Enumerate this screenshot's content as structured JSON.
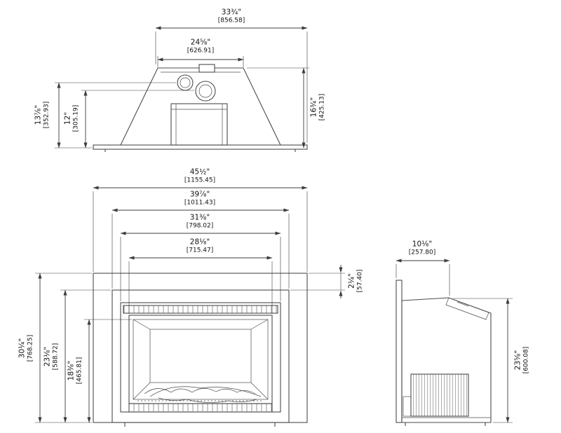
{
  "colors": {
    "bg": "#ffffff",
    "line": "#4b4b4b",
    "dim": "#3c3c3c",
    "text": "#111111"
  },
  "dimensions": {
    "top_overall_width": {
      "inch": "33¾\"",
      "mm": "[856.58]"
    },
    "top_inner_width": {
      "inch": "24⅝\"",
      "mm": "[626.91]"
    },
    "top_depth_outer": {
      "inch": "13⅞\"",
      "mm": "[352.93]"
    },
    "top_depth_inner": {
      "inch": "12\"",
      "mm": "[305.19]"
    },
    "top_height": {
      "inch": "16¾\"",
      "mm": "[425.13]"
    },
    "front_overall_width": {
      "inch": "45½\"",
      "mm": "[1155.45]"
    },
    "front_trim_width": {
      "inch": "39⅞\"",
      "mm": "[1011.43]"
    },
    "front_body_width": {
      "inch": "31⅜\"",
      "mm": "[798.02]"
    },
    "front_opening_width": {
      "inch": "28⅛\"",
      "mm": "[715.47]"
    },
    "front_top_reveal": {
      "inch": "2¼\"",
      "mm": "[57.40]"
    },
    "front_overall_height": {
      "inch": "30¼\"",
      "mm": "[768.25]"
    },
    "front_body_height": {
      "inch": "23⅛\"",
      "mm": "[588.72]"
    },
    "front_opening_height": {
      "inch": "18⅜\"",
      "mm": "[465.81]"
    },
    "side_depth": {
      "inch": "10⅛\"",
      "mm": "[257.80]"
    },
    "side_height": {
      "inch": "23⅝\"",
      "mm": "[600.08]"
    }
  }
}
